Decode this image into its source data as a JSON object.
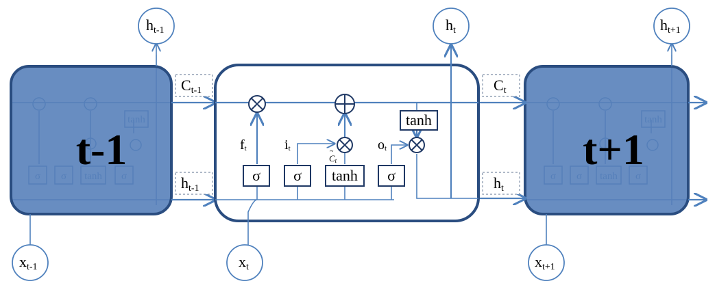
{
  "cells": {
    "prev": {
      "label": "t-1"
    },
    "next": {
      "label": "t+1"
    }
  },
  "nodes": {
    "h_prev": {
      "main": "h",
      "sub": "t-1"
    },
    "h_cur": {
      "main": "h",
      "sub": "t"
    },
    "h_next": {
      "main": "h",
      "sub": "t+1"
    },
    "x_prev": {
      "main": "x",
      "sub": "t-1"
    },
    "x_cur": {
      "main": "x",
      "sub": "t"
    },
    "x_next": {
      "main": "x",
      "sub": "t+1"
    }
  },
  "state_labels": {
    "c_in": {
      "main": "C",
      "sub": "t-1"
    },
    "h_in": {
      "main": "h",
      "sub": "t-1"
    },
    "c_out": {
      "main": "C",
      "sub": "t"
    },
    "h_out": {
      "main": "h",
      "sub": "t"
    }
  },
  "gates": {
    "forget_symbol": "σ",
    "input_symbol": "σ",
    "candidate_symbol": "tanh",
    "output_symbol": "σ",
    "cell_tanh": "tanh"
  },
  "gate_labels": {
    "forget": "f",
    "forget_sub": "t",
    "input": "i",
    "input_sub": "t",
    "output": "o",
    "output_sub": "t",
    "candidate": "C",
    "candidate_sub": "t"
  },
  "ops": {
    "multiply": "⊗",
    "add": "⊕"
  },
  "ghost": {
    "sigma": "σ",
    "tanh": "tanh"
  },
  "colors": {
    "cell_fill": "#3e6db0",
    "cell_stroke": "#2a4d80",
    "wire": "#4f81bd",
    "outline": "#1f3864"
  }
}
